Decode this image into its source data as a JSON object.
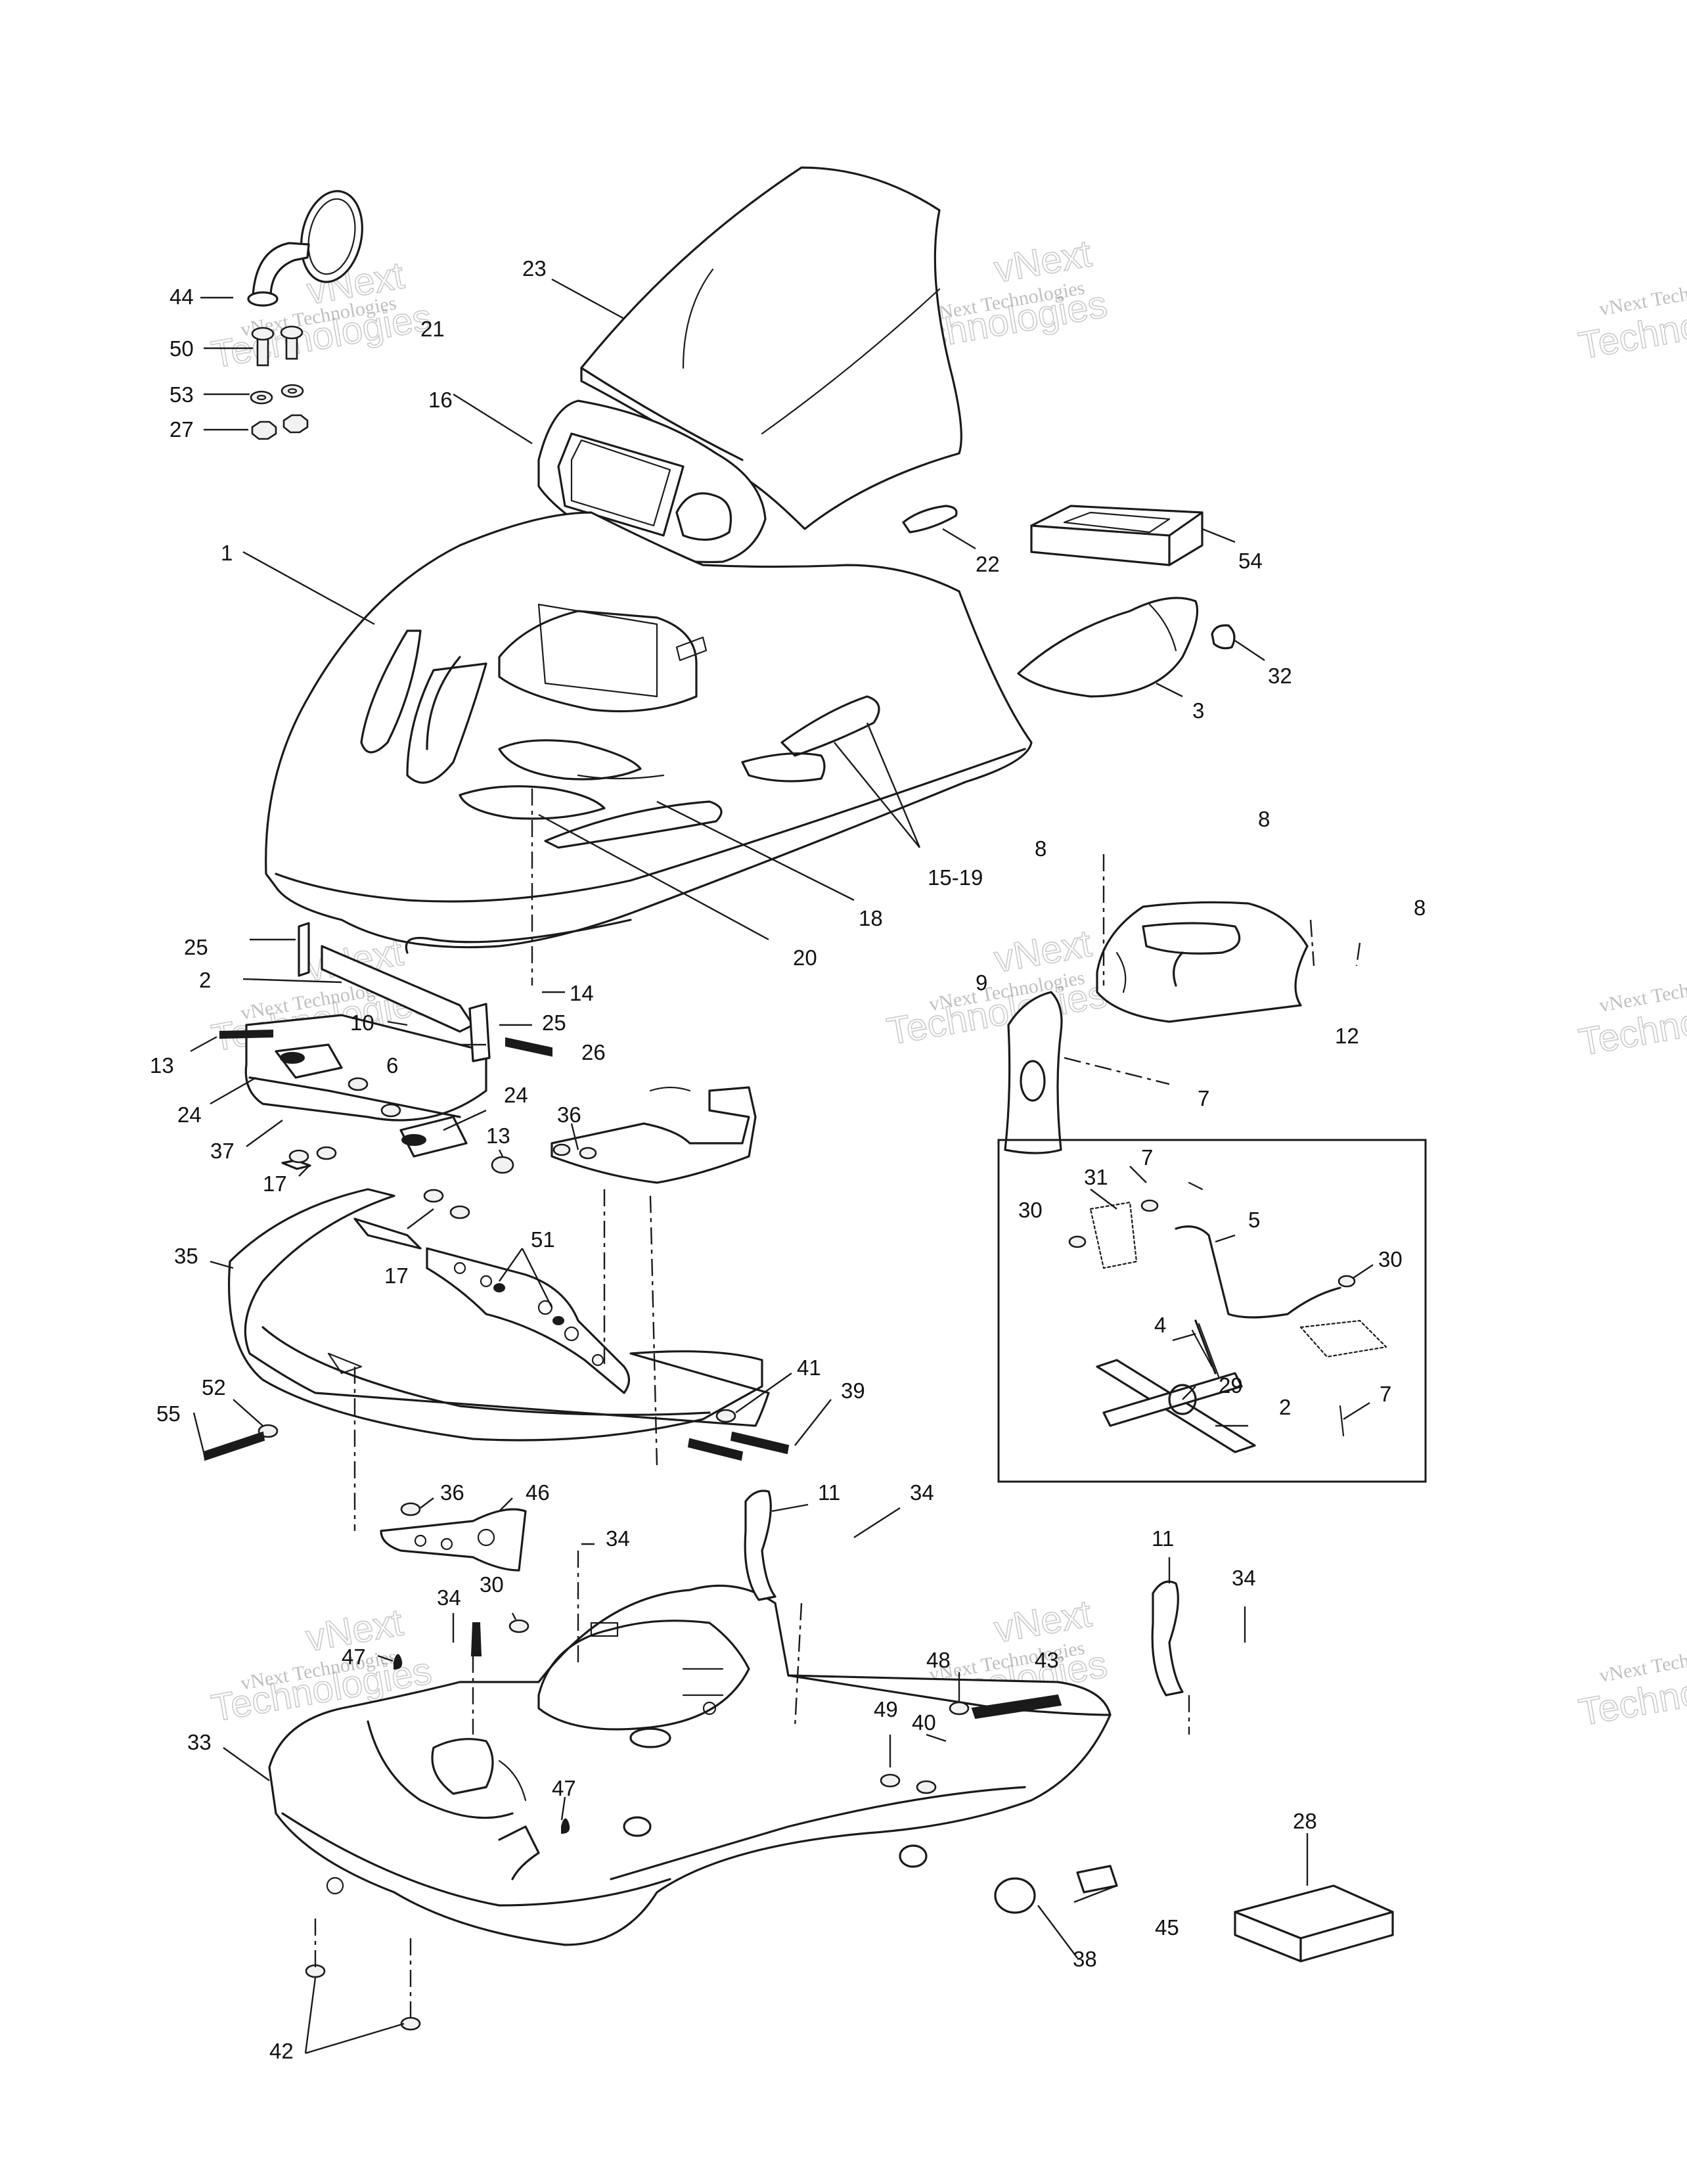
{
  "watermark": {
    "brand_small": "vNext Technologies",
    "brand_line1": "vNext",
    "brand_line2": "Technologies"
  },
  "callouts": {
    "c1": "1",
    "c2a": "2",
    "c2b": "2",
    "c3": "3",
    "c4": "4",
    "c5": "5",
    "c6": "6",
    "c7a": "7",
    "c7b": "7",
    "c7c": "7",
    "c8a": "8",
    "c8b": "8",
    "c8c": "8",
    "c9": "9",
    "c10": "10",
    "c11a": "11",
    "c11b": "11",
    "c12": "12",
    "c13a": "13",
    "c13b": "13",
    "c14": "14",
    "c15_19": "15-19",
    "c16": "16",
    "c17a": "17",
    "c17b": "17",
    "c18": "18",
    "c20": "20",
    "c21": "21",
    "c22": "22",
    "c23": "23",
    "c24a": "24",
    "c24b": "24",
    "c25a": "25",
    "c25b": "25",
    "c26": "26",
    "c27": "27",
    "c28": "28",
    "c29": "29",
    "c30a": "30",
    "c30b": "30",
    "c30c": "30",
    "c31": "31",
    "c32": "32",
    "c33": "33",
    "c34a": "34",
    "c34b": "34",
    "c34c": "34",
    "c34d": "34",
    "c35": "35",
    "c36a": "36",
    "c36b": "36",
    "c37": "37",
    "c38": "38",
    "c39": "39",
    "c40": "40",
    "c41": "41",
    "c42": "42",
    "c43": "43",
    "c44": "44",
    "c45": "45",
    "c46": "46",
    "c47a": "47",
    "c47b": "47",
    "c48": "48",
    "c49": "49",
    "c50": "50",
    "c51": "51",
    "c52": "52",
    "c53": "53",
    "c54": "54",
    "c55": "55"
  }
}
